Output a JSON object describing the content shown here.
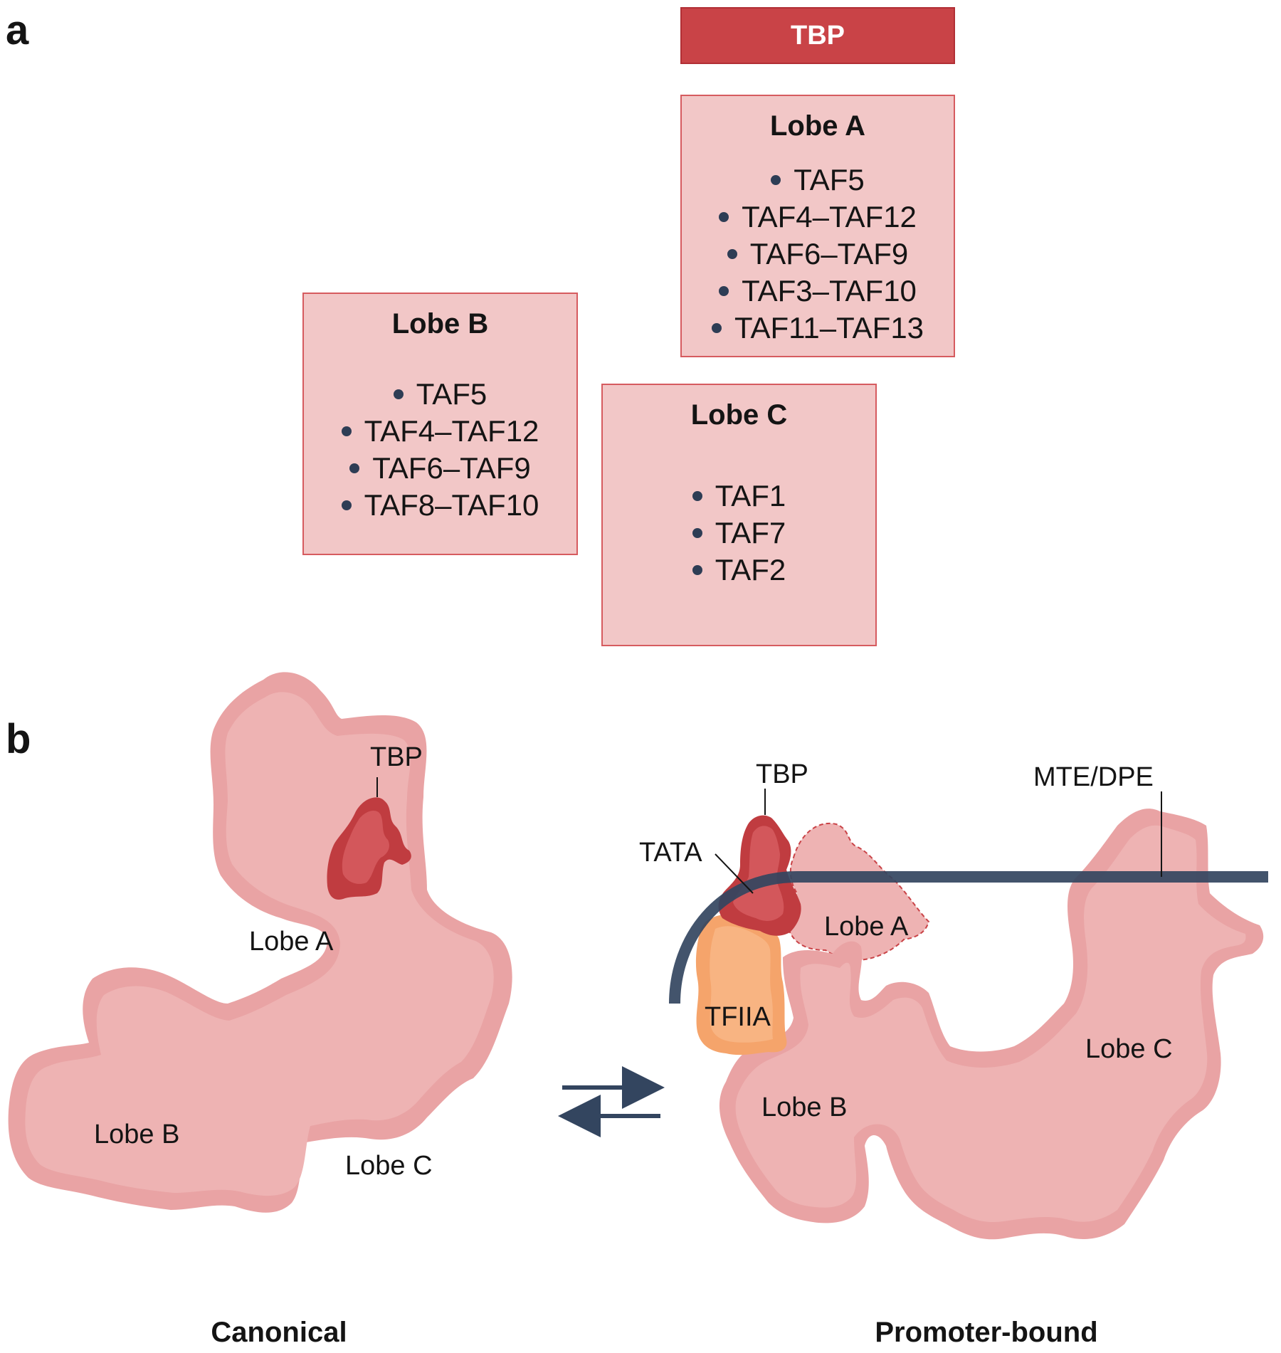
{
  "panel_a": {
    "letter": "a",
    "tbp_label": "TBP",
    "lobe_a": {
      "title": "Lobe A",
      "items": [
        "TAF5",
        "TAF4–TAF12",
        "TAF6–TAF9",
        "TAF3–TAF10",
        "TAF11–TAF13"
      ]
    },
    "lobe_b": {
      "title": "Lobe B",
      "items": [
        "TAF5",
        "TAF4–TAF12",
        "TAF6–TAF9",
        "TAF8–TAF10"
      ]
    },
    "lobe_c": {
      "title": "Lobe C",
      "items": [
        "TAF1",
        "TAF7",
        "TAF2"
      ]
    }
  },
  "panel_b": {
    "letter": "b",
    "canonical": {
      "tbp": "TBP",
      "lobe_a": "Lobe A",
      "lobe_b": "Lobe B",
      "lobe_c": "Lobe C",
      "caption": "Canonical"
    },
    "promoter_bound": {
      "tbp": "TBP",
      "tata": "TATA",
      "mte_dpe": "MTE/DPE",
      "tfiia": "TFIIA",
      "lobe_a": "Lobe A",
      "lobe_b": "Lobe B",
      "lobe_c": "Lobe C",
      "caption": "Promoter-bound"
    }
  },
  "colors": {
    "tbp": "#c94347",
    "lobe_fill": "#e9a3a4",
    "lobe_inner": "#eeb3b3",
    "box_fill": "#f2c7c7",
    "tfiia": "#f5a46b",
    "dna": "#33455f"
  }
}
